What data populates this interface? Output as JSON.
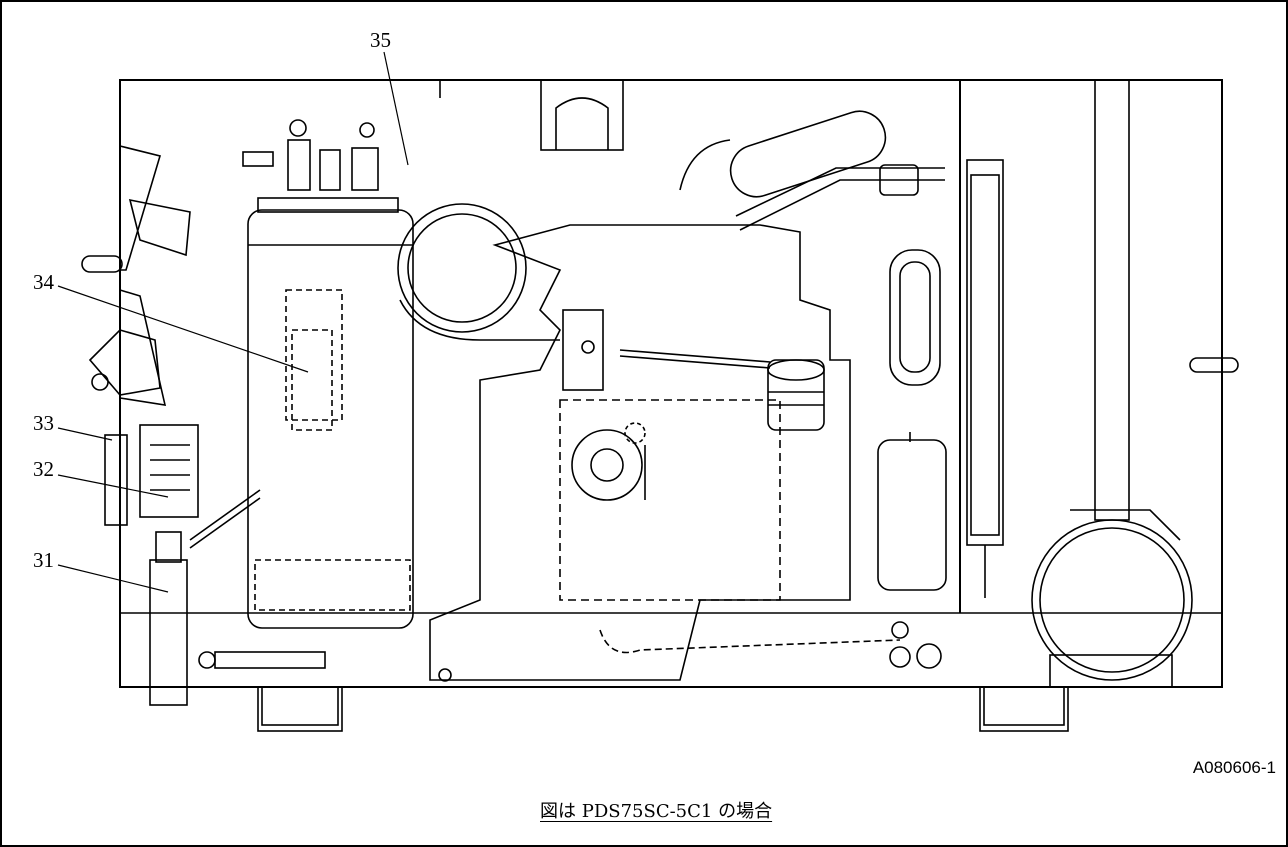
{
  "diagram": {
    "callouts": {
      "c31": "31",
      "c32": "32",
      "c33": "33",
      "c34": "34",
      "c35": "35"
    },
    "figure_id": "A080606-1",
    "caption": "図は PDS75SC-5C1 の場合"
  }
}
